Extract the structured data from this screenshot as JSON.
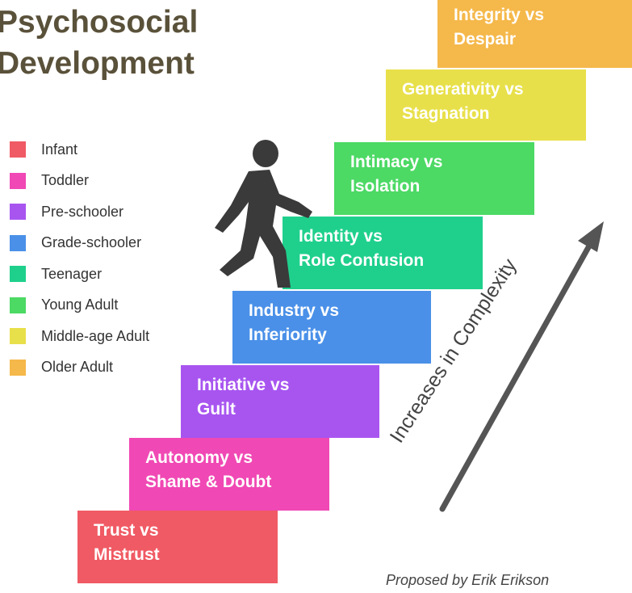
{
  "title": {
    "line1": "Psychosocial",
    "line2": "Development"
  },
  "legend": [
    {
      "label": "Infant",
      "color": "#f05a64"
    },
    {
      "label": "Toddler",
      "color": "#f048b4"
    },
    {
      "label": "Pre-schooler",
      "color": "#a855f0"
    },
    {
      "label": "Grade-schooler",
      "color": "#4a90e8"
    },
    {
      "label": "Teenager",
      "color": "#1fd08c"
    },
    {
      "label": "Young Adult",
      "color": "#4cd964"
    },
    {
      "label": "Middle-age Adult",
      "color": "#e8e04a"
    },
    {
      "label": "Older Adult",
      "color": "#f5b84a"
    }
  ],
  "stages": [
    {
      "line1": "Trust vs",
      "line2": "Mistrust",
      "color": "#f05a64"
    },
    {
      "line1": "Autonomy vs",
      "line2": "Shame & Doubt",
      "color": "#f048b4"
    },
    {
      "line1": "Initiative vs",
      "line2": "Guilt",
      "color": "#a855f0"
    },
    {
      "line1": "Industry vs",
      "line2": "Inferiority",
      "color": "#4a90e8"
    },
    {
      "line1": "Identity vs",
      "line2": "Role Confusion",
      "color": "#1fd08c"
    },
    {
      "line1": "Intimacy vs",
      "line2": "Isolation",
      "color": "#4cd964"
    },
    {
      "line1": "Generativity vs",
      "line2": "Stagnation",
      "color": "#e8e04a"
    },
    {
      "line1": "Integrity vs",
      "line2": "Despair",
      "color": "#f5b84a"
    }
  ],
  "arrow_label": "Increases in Complexity",
  "credit": "Proposed by Erik Erikson"
}
